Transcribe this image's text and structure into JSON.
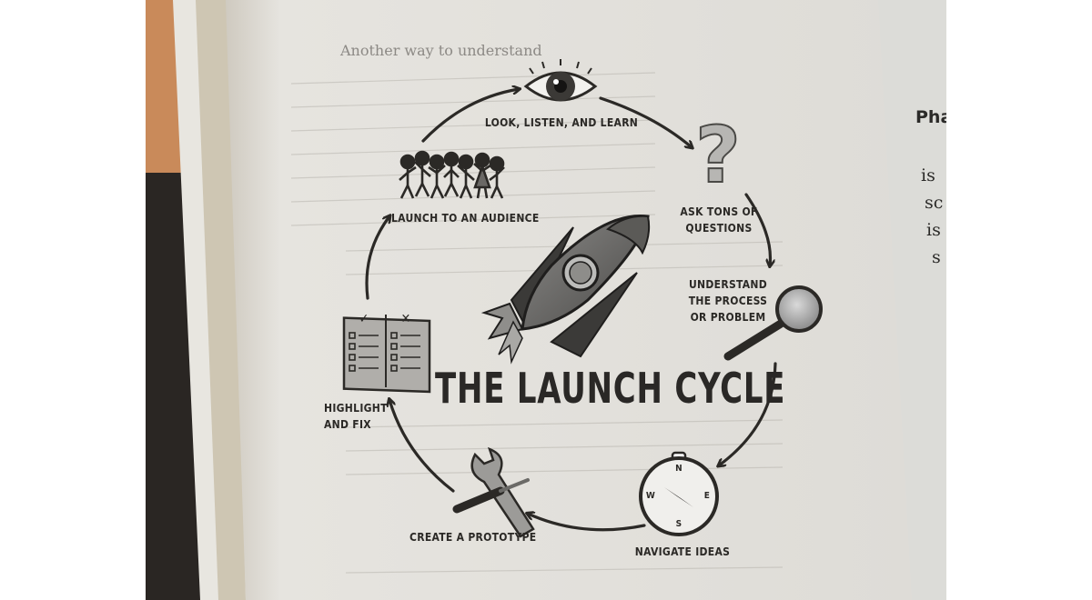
{
  "diagram": {
    "title": "THE LAUNCH CYCLE",
    "steps": [
      "LOOK, LISTEN, AND LEARN",
      "ASK TONS OF QUESTIONS",
      "UNDERSTAND THE PROCESS OR PROBLEM",
      "NAVIGATE IDEAS",
      "CREATE A PROTOTYPE",
      "HIGHLIGHT AND FIX",
      "LAUNCH TO AN AUDIENCE"
    ],
    "step_lines": {
      "look": [
        "LOOK, LISTEN, AND LEARN"
      ],
      "ask": [
        "ASK TONS OF",
        "QUESTIONS"
      ],
      "understand": [
        "UNDERSTAND",
        "THE PROCESS",
        "OR PROBLEM"
      ],
      "navigate": [
        "NAVIGATE IDEAS"
      ],
      "create": [
        "CREATE A PROTOTYPE"
      ],
      "highlight": [
        "HIGHLIGHT",
        "AND FIX"
      ],
      "launch": [
        "LAUNCH TO AN AUDIENCE"
      ]
    },
    "checklist_marks": [
      "✓",
      "✕"
    ],
    "compass_letters": {
      "n": "N",
      "s": "S",
      "e": "E",
      "w": "W"
    }
  },
  "background_text": {
    "top_fragment": "Another way to understand",
    "right_page": {
      "heading": "Pha",
      "lines": [
        "is",
        "sc",
        "is",
        "s"
      ]
    }
  },
  "colors": {
    "page": "#e3e1dc",
    "ink": "#2b2926",
    "right_page": "#dcdcd8",
    "desk": "#2a2623"
  }
}
